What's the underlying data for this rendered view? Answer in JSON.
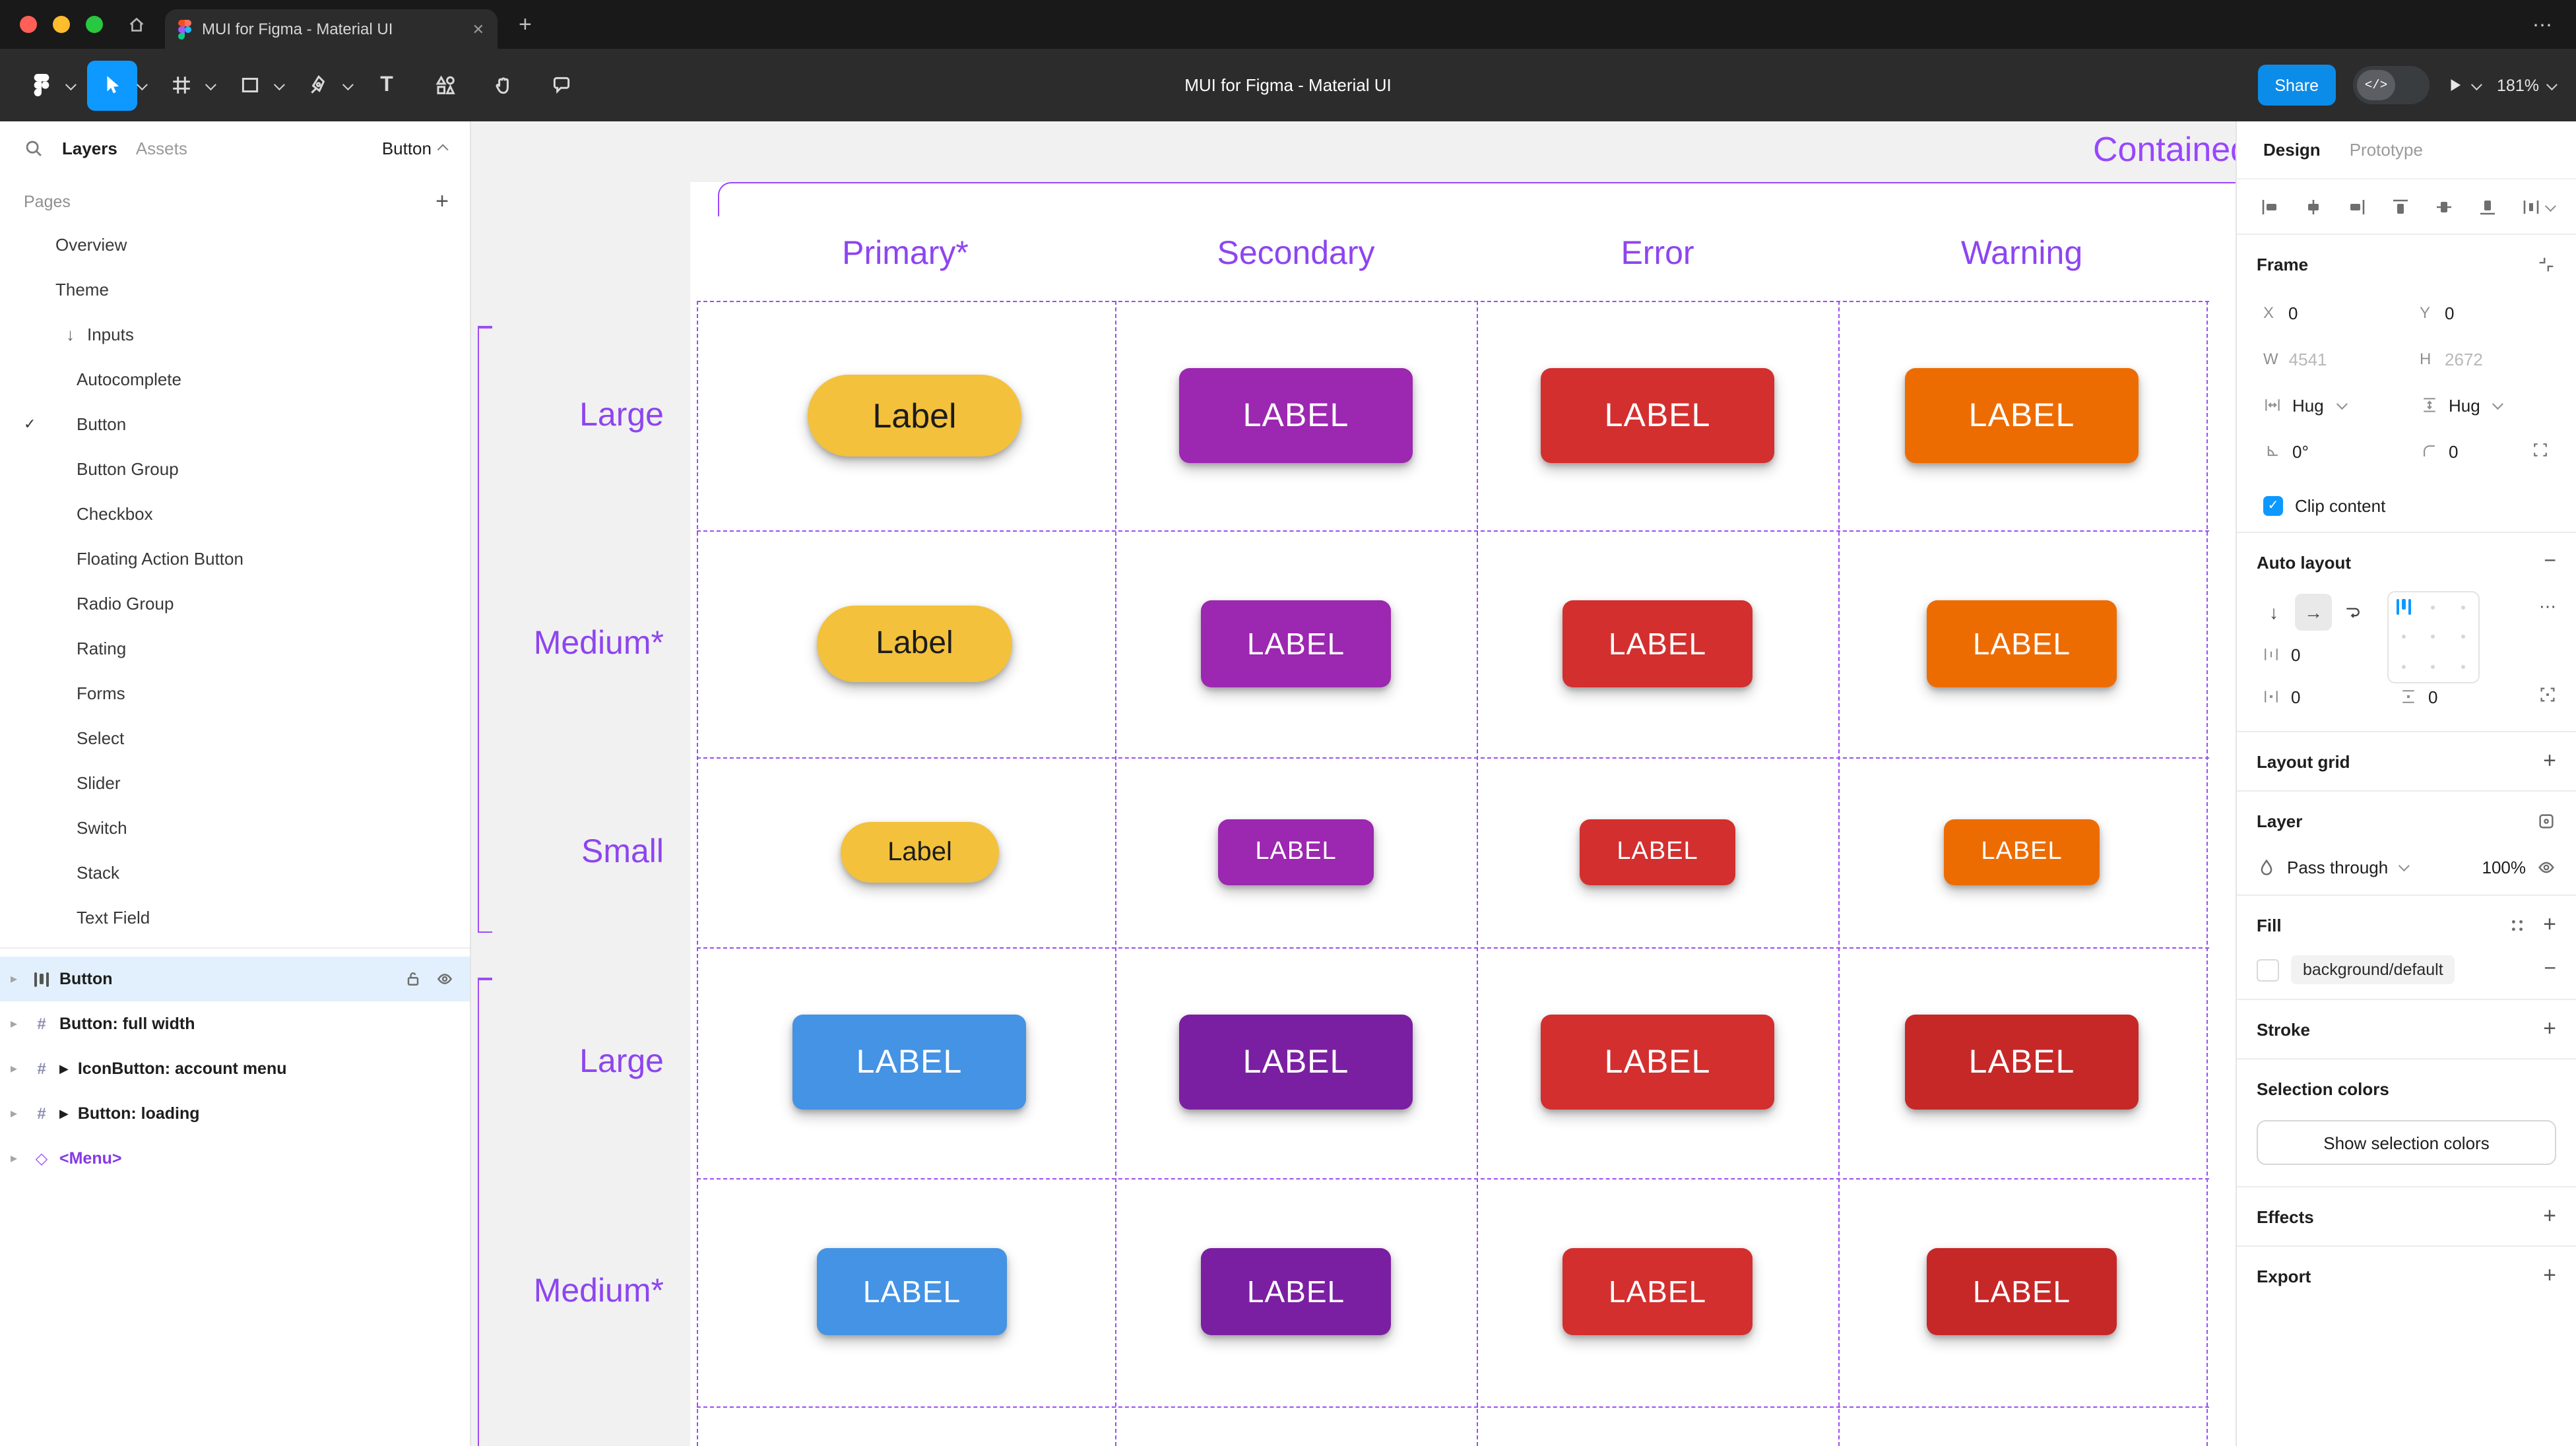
{
  "titlebar": {
    "tab_title": "MUI for Figma - Material UI",
    "close": "✕",
    "new_tab": "+",
    "more": "⋯"
  },
  "toolbar": {
    "title": "MUI for Figma - Material UI",
    "share_label": "Share",
    "dev_toggle": "</>",
    "present": "▶",
    "zoom": "181%",
    "text_tool": "T"
  },
  "sidebar": {
    "tabs": {
      "layers": "Layers",
      "assets": "Assets"
    },
    "page_switcher": "Button",
    "pages_header": "Pages",
    "add_page": "+",
    "check": "✓",
    "inputs_arrow": "↓",
    "caret": "▸",
    "play": "▶",
    "hash": "#",
    "diamond": "◇",
    "pages": [
      "Overview",
      "Theme",
      "Inputs",
      "Autocomplete",
      "Button",
      "Button Group",
      "Checkbox",
      "Floating Action Button",
      "Radio Group",
      "Rating",
      "Forms",
      "Select",
      "Slider",
      "Switch",
      "Stack",
      "Text Field"
    ],
    "layers": [
      {
        "name": "Button"
      },
      {
        "name": "Button: full width"
      },
      {
        "name": "IconButton: account menu"
      },
      {
        "name": "Button: loading"
      },
      {
        "name": "<Menu>"
      }
    ]
  },
  "canvas": {
    "frame_title": "Contained",
    "accent": "#9747FF",
    "columns": [
      "Primary*",
      "Secondary",
      "Error",
      "Warning"
    ],
    "rows": [
      "Large",
      "Medium*",
      "Small",
      "Large",
      "Medium*"
    ],
    "buttons": [
      [
        {
          "label": "Label",
          "bg": "#F3C13B",
          "fg": "#1C1C1C"
        },
        {
          "label": "LABEL",
          "bg": "#9C27B0",
          "fg": "#FFFFFF"
        },
        {
          "label": "LABEL",
          "bg": "#D32F2F",
          "fg": "#FFFFFF"
        },
        {
          "label": "LABEL",
          "bg": "#ED6C02",
          "fg": "#FFFFFF"
        }
      ],
      [
        {
          "label": "Label",
          "bg": "#F3C13B",
          "fg": "#1C1C1C"
        },
        {
          "label": "LABEL",
          "bg": "#9C27B0",
          "fg": "#FFFFFF"
        },
        {
          "label": "LABEL",
          "bg": "#D32F2F",
          "fg": "#FFFFFF"
        },
        {
          "label": "LABEL",
          "bg": "#ED6C02",
          "fg": "#FFFFFF"
        }
      ],
      [
        {
          "label": "Label",
          "bg": "#F3C13B",
          "fg": "#1C1C1C"
        },
        {
          "label": "LABEL",
          "bg": "#9C27B0",
          "fg": "#FFFFFF"
        },
        {
          "label": "LABEL",
          "bg": "#D32F2F",
          "fg": "#FFFFFF"
        },
        {
          "label": "LABEL",
          "bg": "#ED6C02",
          "fg": "#FFFFFF"
        }
      ],
      [
        {
          "label": "LABEL",
          "bg": "#4493E4",
          "fg": "#FFFFFF"
        },
        {
          "label": "LABEL",
          "bg": "#7B1FA2",
          "fg": "#FFFFFF"
        },
        {
          "label": "LABEL",
          "bg": "#D32F2F",
          "fg": "#FFFFFF"
        },
        {
          "label": "LABEL",
          "bg": "#C62828",
          "fg": "#FFFFFF"
        }
      ],
      [
        {
          "label": "LABEL",
          "bg": "#4493E4",
          "fg": "#FFFFFF"
        },
        {
          "label": "LABEL",
          "bg": "#7B1FA2",
          "fg": "#FFFFFF"
        },
        {
          "label": "LABEL",
          "bg": "#D32F2F",
          "fg": "#FFFFFF"
        },
        {
          "label": "LABEL",
          "bg": "#C62828",
          "fg": "#FFFFFF"
        }
      ]
    ]
  },
  "panel": {
    "tabs": {
      "design": "Design",
      "prototype": "Prototype"
    },
    "frame": {
      "title": "Frame",
      "x_label": "X",
      "x": "0",
      "y_label": "Y",
      "y": "0",
      "w_label": "W",
      "w": "4541",
      "h_label": "H",
      "h": "2672",
      "hug_h": "Hug",
      "hug_v": "Hug",
      "rotation": "0°",
      "radius": "0",
      "clip_label": "Clip content"
    },
    "auto_layout": {
      "title": "Auto layout",
      "remove": "−",
      "down": "↓",
      "right": "→",
      "more": "⋯",
      "gap": "0",
      "pad_h": "0",
      "pad_v": "0"
    },
    "layout_grid": {
      "title": "Layout grid",
      "add": "+"
    },
    "layer": {
      "title": "Layer",
      "blend": "Pass through",
      "opacity": "100%"
    },
    "fill": {
      "title": "Fill",
      "value": "background/default",
      "remove": "−",
      "add": "+"
    },
    "stroke": {
      "title": "Stroke",
      "add": "+"
    },
    "selection": {
      "title": "Selection colors",
      "button_label": "Show selection colors"
    },
    "effects": {
      "title": "Effects",
      "add": "+"
    },
    "export": {
      "title": "Export",
      "add": "+"
    }
  }
}
